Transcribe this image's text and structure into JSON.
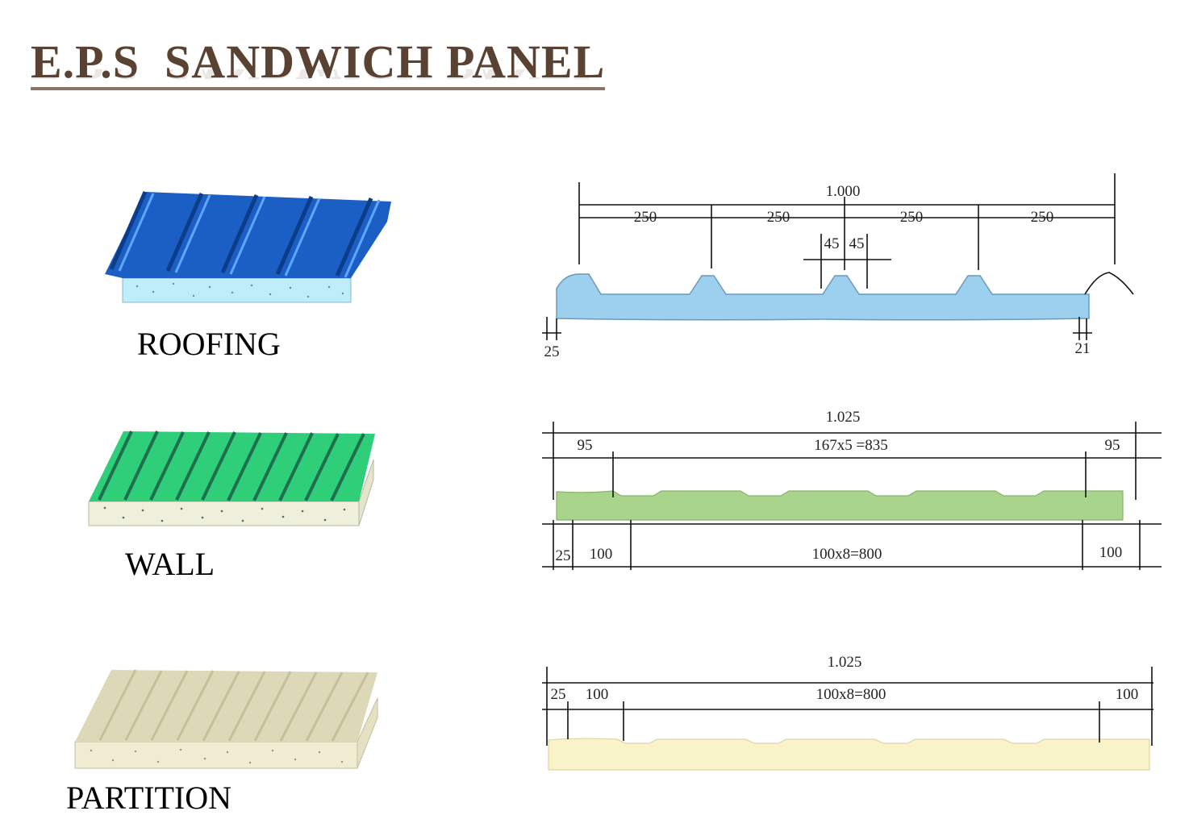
{
  "title": "E.P.S  SANDWICH PANEL",
  "colors": {
    "title": "#5a4233",
    "roofing_sheet": "#1c5fc4",
    "roofing_core": "#bfeefa",
    "roofing_profile": "#9dd0ef",
    "wall_sheet": "#2fcf7a",
    "wall_core": "#eef0dc",
    "wall_profile": "#a9d48c",
    "partition_sheet": "#ddd8b8",
    "partition_profile": "#f8f3c9"
  },
  "panels": [
    {
      "label": "ROOFING",
      "icon": "roofing-panel-icon",
      "dims": {
        "total": "1.000",
        "segments": [
          "250",
          "250",
          "250",
          "250"
        ],
        "rib_left": "45",
        "rib_right": "45",
        "edge_left": "25",
        "edge_right": "21"
      }
    },
    {
      "label": "WALL",
      "icon": "wall-panel-icon",
      "dims": {
        "total": "1.025",
        "top_left": "95",
        "top_mid": "167x5 =835",
        "top_right": "95",
        "bottom_edge": "25",
        "bottom_left": "100",
        "bottom_mid": "100x8=800",
        "bottom_right": "100"
      }
    },
    {
      "label": "PARTITION",
      "icon": "partition-panel-icon",
      "dims": {
        "total": "1.025",
        "edge": "25",
        "left": "100",
        "mid": "100x8=800",
        "right": "100"
      }
    }
  ]
}
